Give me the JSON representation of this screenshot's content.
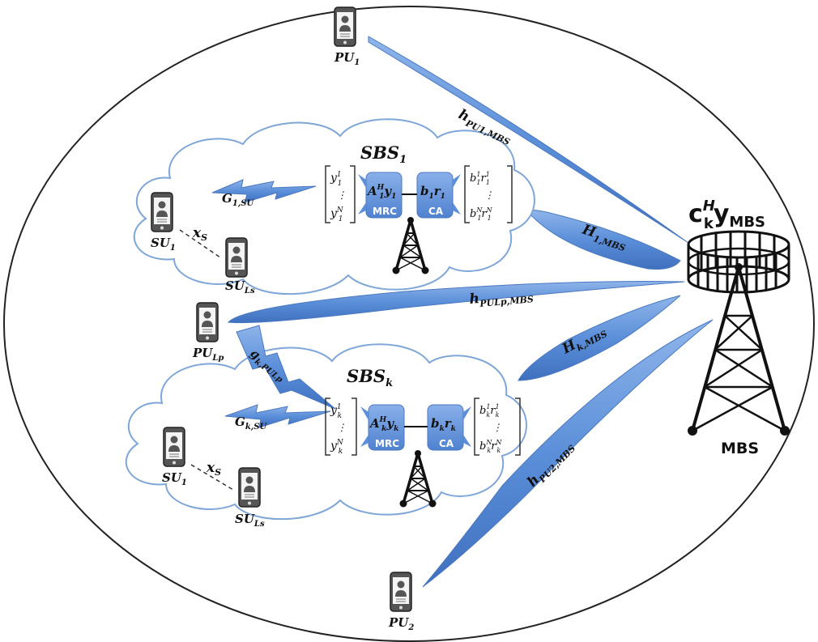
{
  "macro_cell": {
    "mbs_label": "MBS",
    "mbs_signal": {
      "base": "c",
      "base_sub": "k",
      "sup": "H",
      "vec": "y",
      "vec_sub": "MBS"
    }
  },
  "small_cells": [
    {
      "label_base": "SBS",
      "label_sub": "1",
      "interference_label": {
        "base": "G",
        "sub": "1,SU"
      },
      "su_a": {
        "base": "SU",
        "sub": "1"
      },
      "su_b": {
        "base": "SU",
        "sub": "Ls"
      },
      "xs_label": {
        "base": "x",
        "sub": "S"
      },
      "mrc_block": {
        "main": "A",
        "sup": "H",
        "sub": "1",
        "vec": "y",
        "vec_sub": "1",
        "caption": "MRC"
      },
      "ca_block": {
        "b": "b",
        "b_sub": "1",
        "r": "r",
        "r_sub": "1",
        "caption": "CA"
      },
      "rx_vector": {
        "top": "y",
        "top_sup": "1",
        "top_sub": "1",
        "bot": "y",
        "bot_sup": "N",
        "bot_sub": "1"
      },
      "tx_vector": {
        "top": "b",
        "top_sup": "1",
        "top_sub": "1",
        "top2": "r",
        "top2_sup": "1",
        "top2_sub": "1",
        "bot": "b",
        "bot_sup": "N",
        "bot_sub": "1",
        "bot2": "r",
        "bot2_sup": "N",
        "bot2_sub": "1"
      },
      "link_to_mbs": {
        "base": "H",
        "sub": "1,MBS"
      }
    },
    {
      "label_base": "SBS",
      "label_sub": "k",
      "interference_label": {
        "base": "G",
        "sub": "k,SU"
      },
      "su_a": {
        "base": "SU",
        "sub": "1"
      },
      "su_b": {
        "base": "SU",
        "sub": "Ls"
      },
      "xs_label": {
        "base": "x",
        "sub": "S"
      },
      "mrc_block": {
        "main": "A",
        "sup": "H",
        "sub": "k",
        "vec": "y",
        "vec_sub": "k",
        "caption": "MRC"
      },
      "ca_block": {
        "b": "b",
        "b_sub": "k",
        "r": "r",
        "r_sub": "k",
        "caption": "CA"
      },
      "rx_vector": {
        "top": "y",
        "top_sup": "1",
        "top_sub": "k",
        "bot": "y",
        "bot_sup": "N",
        "bot_sub": "k"
      },
      "tx_vector": {
        "top": "b",
        "top_sup": "1",
        "top_sub": "k",
        "top2": "r",
        "top2_sup": "1",
        "top2_sub": "k",
        "bot": "b",
        "bot_sup": "N",
        "bot_sub": "k",
        "bot2": "r",
        "bot2_sup": "N",
        "bot2_sub": "k"
      },
      "link_to_mbs": {
        "base": "H",
        "sub": "k,MBS"
      }
    }
  ],
  "primary_users": [
    {
      "id": "pu1",
      "base": "PU",
      "sub": "1",
      "link": {
        "base": "h",
        "sub": "PU1,MBS"
      }
    },
    {
      "id": "pulp",
      "base": "PU",
      "sub": "Lp",
      "link": {
        "base": "h",
        "sub": "PULp,MBS"
      },
      "interference": {
        "base": "g",
        "sub": "k,PULp"
      }
    },
    {
      "id": "pu2",
      "base": "PU",
      "sub": "2",
      "link": {
        "base": "h",
        "sub": "PU2,MBS"
      }
    }
  ],
  "colors": {
    "beam_fill": "#5b8fd9",
    "beam_stroke": "#4a78c0",
    "block_fill": "#6d9be0",
    "cloud_stroke": "#7fa6d8",
    "outline": "#222222"
  },
  "icons": [
    "phone-user-icon",
    "tower-icon",
    "mbs-tower-icon",
    "cloud-shape",
    "lightning-beam-icon"
  ]
}
